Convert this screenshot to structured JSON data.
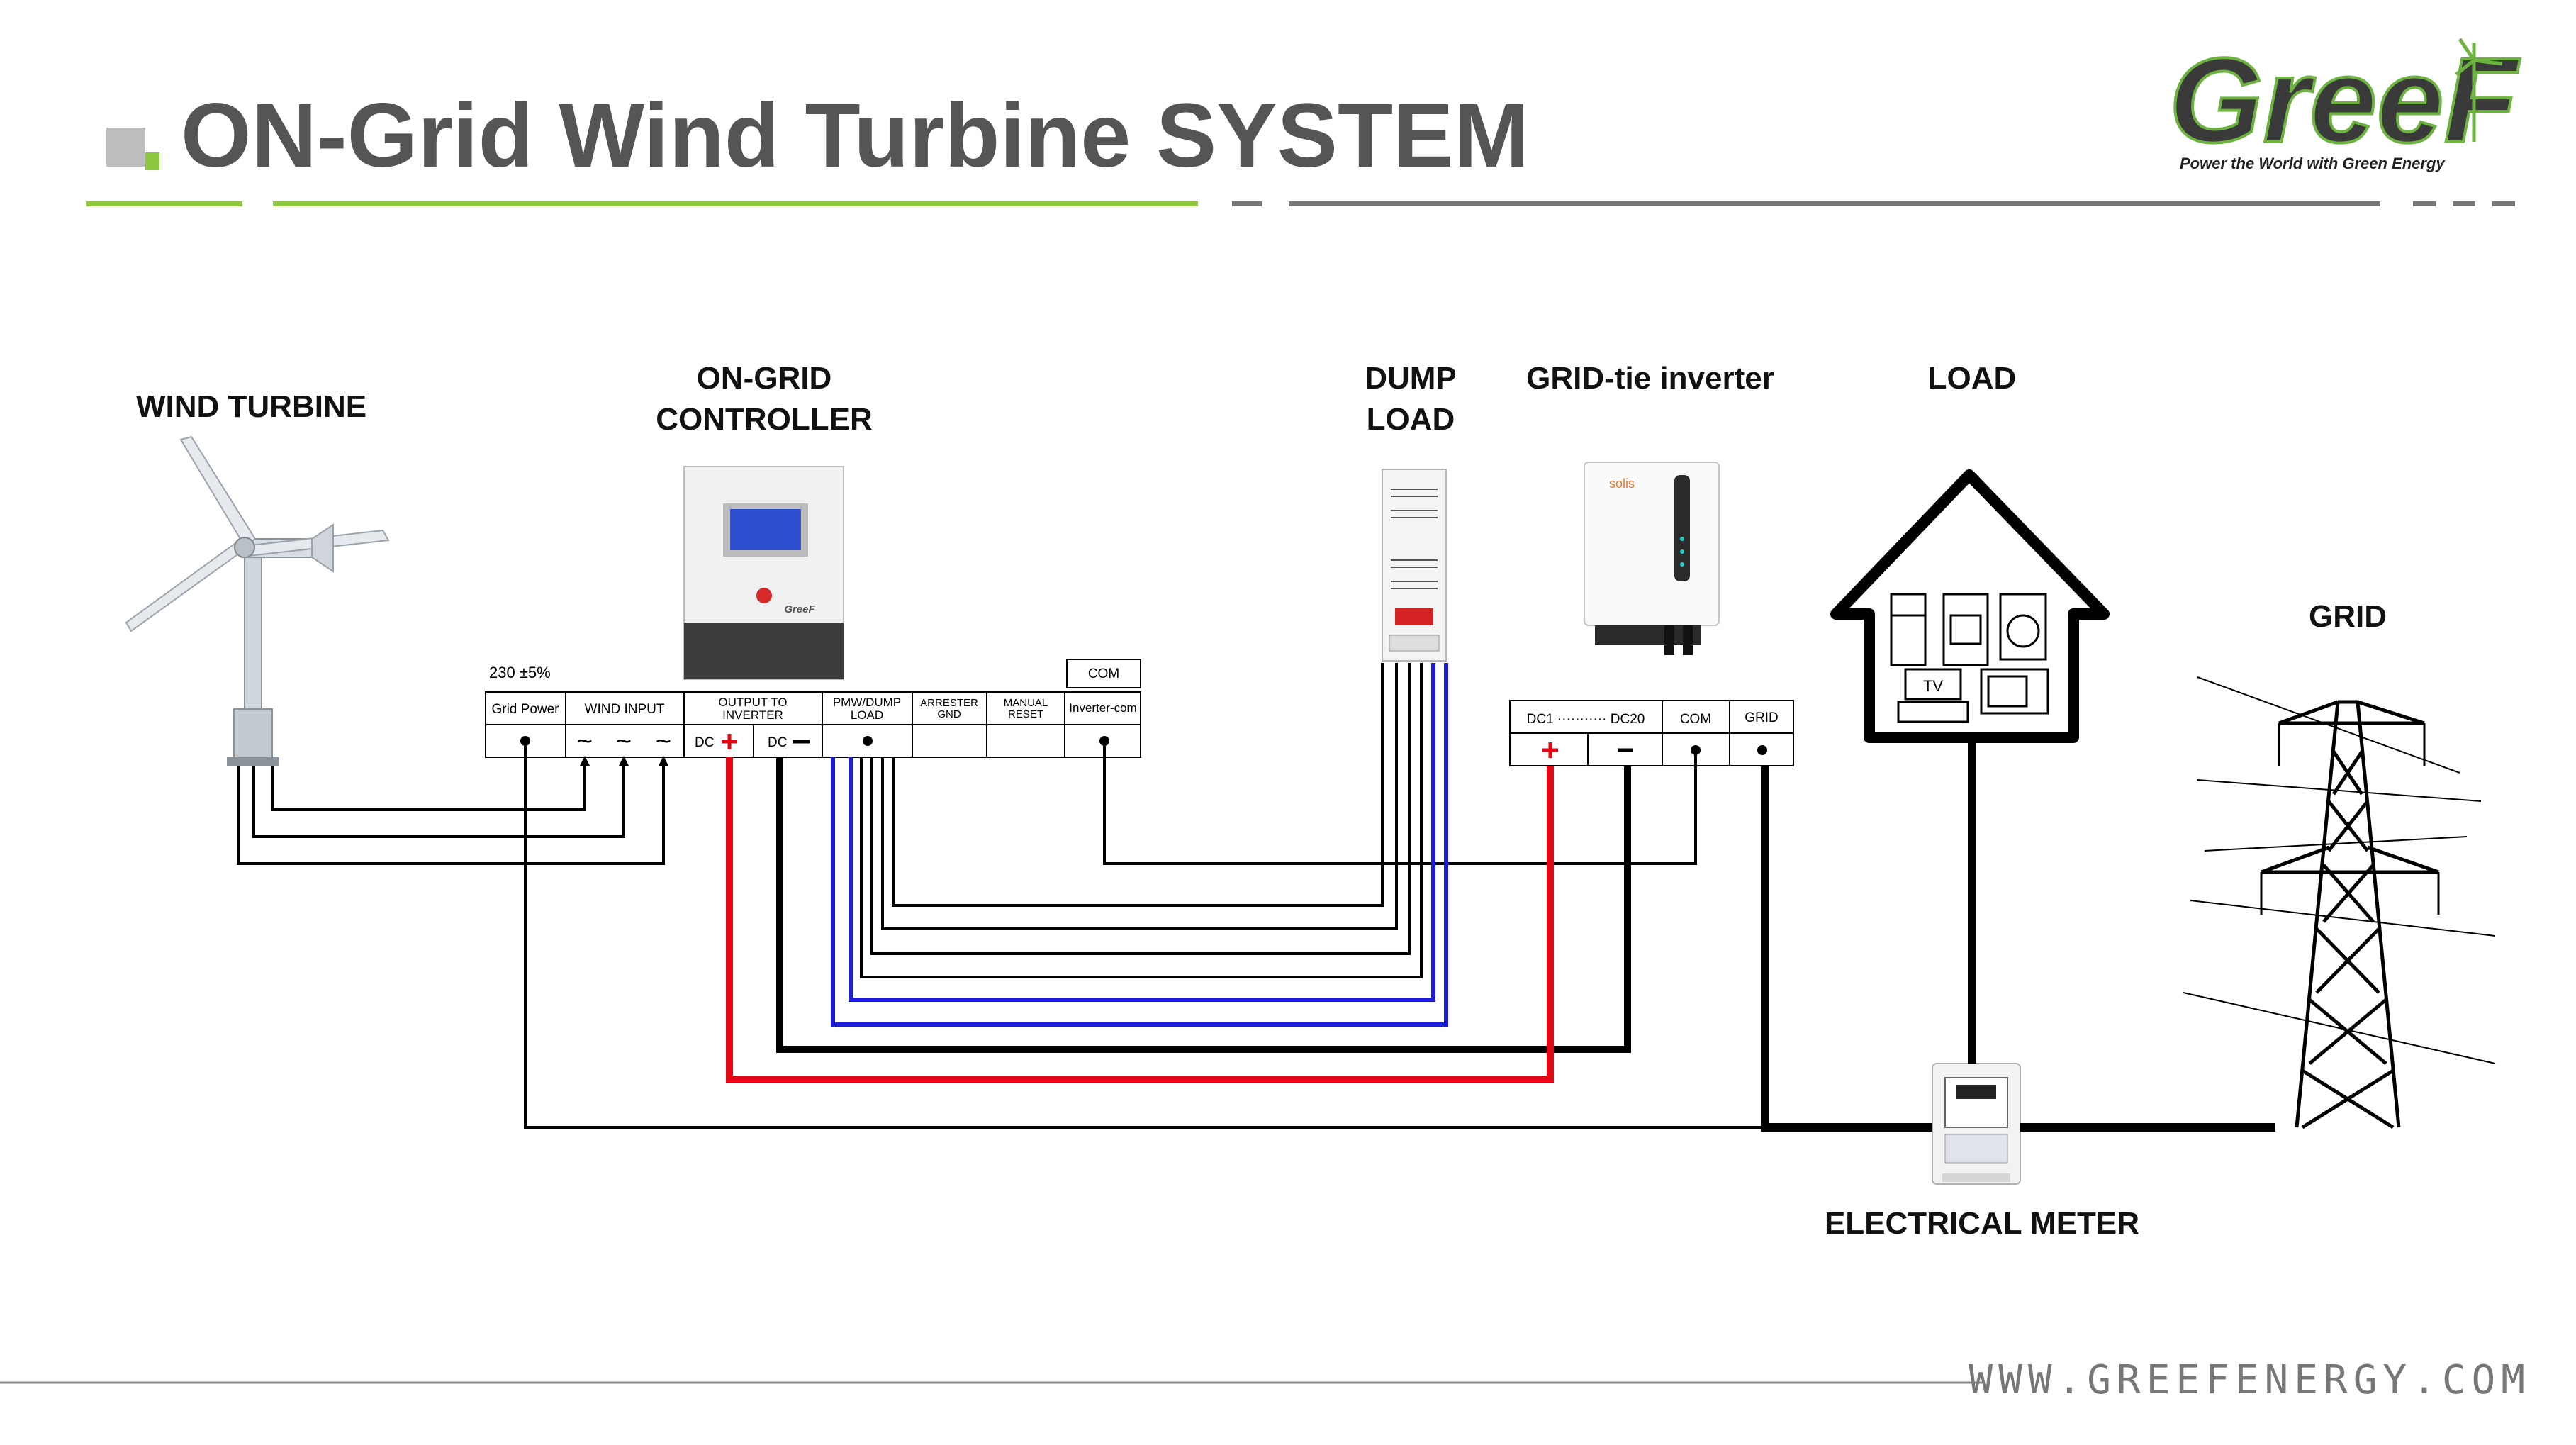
{
  "title": "ON-Grid Wind Turbine SYSTEM",
  "logo": {
    "text": "GreeF",
    "tagline": "Power the World with Green Energy"
  },
  "footer_url": "WWW.GREEFENERGY.COM",
  "labels": {
    "wind_turbine": "WIND TURBINE",
    "controller_l1": "ON-GRID",
    "controller_l2": "CONTROLLER",
    "dump_l1": "DUMP",
    "dump_l2": "LOAD",
    "inverter": "GRID-tie inverter",
    "load": "LOAD",
    "grid": "GRID",
    "meter": "ELECTRICAL METER"
  },
  "controller_panel": {
    "voltage": "230 ±5%",
    "com": "COM",
    "cols": {
      "grid_power": "Grid Power",
      "wind_input": "WIND INPUT",
      "out_l1": "OUTPUT TO",
      "out_l2": "INVERTER",
      "pwm_l1": "PMW/DUMP",
      "pwm_l2": "LOAD",
      "arr_l1": "ARRESTER",
      "arr_l2": "GND",
      "man_l1": "MANUAL",
      "man_l2": "RESET",
      "inv_com": "Inverter-com"
    },
    "dc": "DC",
    "tilde": "~"
  },
  "inverter_panel": {
    "dc_range": "DC1 ··········· DC20",
    "com": "COM",
    "grid": "GRID"
  },
  "devices": {
    "controller_brand": "GreeF",
    "inverter_brand": "solis",
    "tv": "TV"
  },
  "colors": {
    "accent_green": "#8dc63f",
    "title_gray": "#555555",
    "wire_red": "#e30613",
    "wire_blue": "#1d1dd8",
    "wire_black": "#000000"
  }
}
